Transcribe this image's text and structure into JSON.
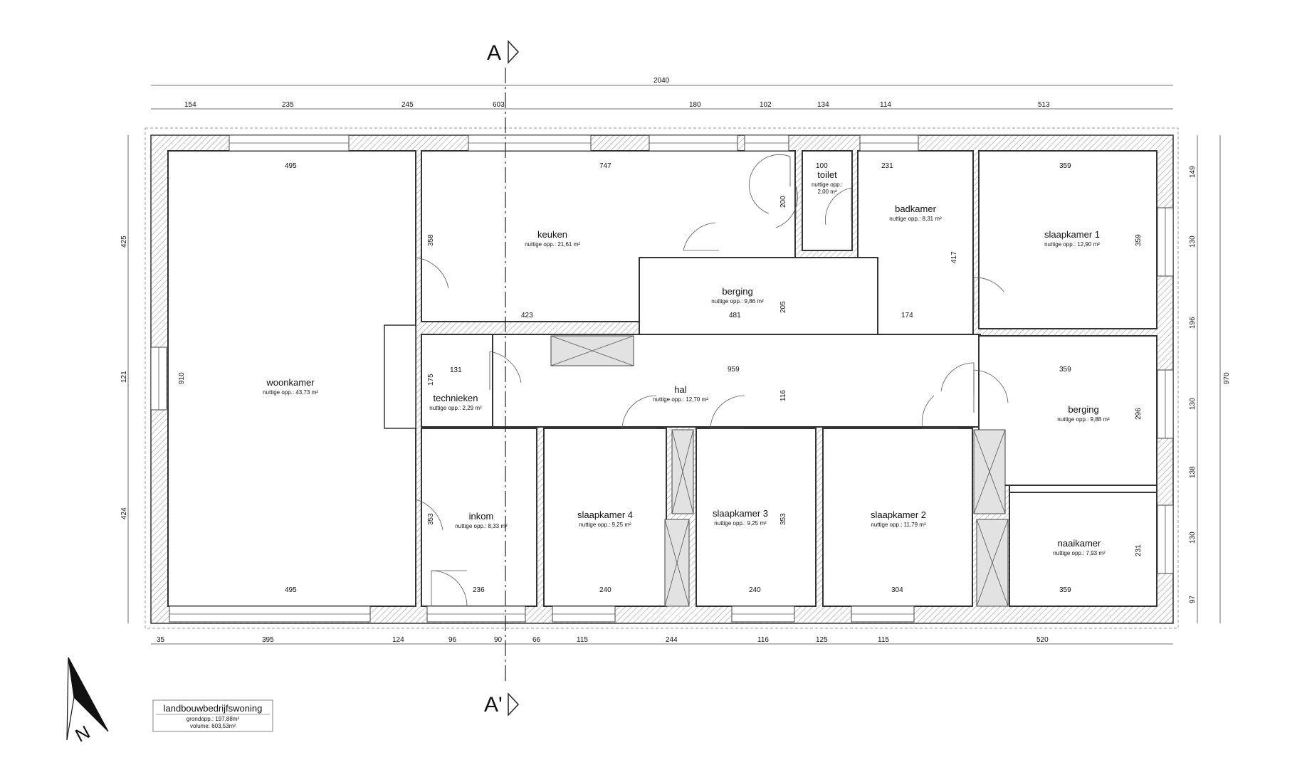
{
  "section_marks": {
    "top": "A",
    "bottom": "A'"
  },
  "overall": {
    "width": "2040",
    "height": "970"
  },
  "dims_top": [
    "154",
    "235",
    "245",
    "603",
    "180",
    "102",
    "134",
    "114",
    "513"
  ],
  "dims_bottom": [
    "35",
    "395",
    "124",
    "96",
    "90",
    "66",
    "115",
    "244",
    "116",
    "125",
    "115",
    "520"
  ],
  "dims_left": [
    "425",
    "121",
    "424"
  ],
  "dims_right": [
    "149",
    "130",
    "196",
    "130",
    "138",
    "130",
    "97"
  ],
  "dims_inner": [
    "495",
    "747",
    "100",
    "231",
    "359",
    "910",
    "358",
    "423",
    "481",
    "174",
    "205",
    "417",
    "359",
    "131",
    "175",
    "959",
    "116",
    "359",
    "296",
    "353",
    "353",
    "231",
    "495",
    "236",
    "240",
    "240",
    "304",
    "359",
    "200"
  ],
  "rooms": [
    {
      "name": "woonkamer",
      "area": "nuttige opp.: 43,73 m²"
    },
    {
      "name": "keuken",
      "area": "nuttige opp.: 21,61 m²"
    },
    {
      "name": "toilet",
      "area": "nuttige opp.:",
      "area2": "2,00 m²"
    },
    {
      "name": "badkamer",
      "area": "nuttige opp.: 8,31 m²"
    },
    {
      "name": "slaapkamer 1",
      "area": "nuttige opp.: 12,90 m²"
    },
    {
      "name": "berging",
      "area": "nuttige opp.: 9,86 m²"
    },
    {
      "name": "technieken",
      "area": "nuttige opp.: 2,29 m²"
    },
    {
      "name": "hal",
      "area": "nuttige opp.: 12,70 m²"
    },
    {
      "name": "berging",
      "area": "nuttige opp.: 9,88 m²"
    },
    {
      "name": "inkom",
      "area": "nuttige opp.: 8,33 m²"
    },
    {
      "name": "slaapkamer 4",
      "area": "nuttige opp.: 9,25 m²"
    },
    {
      "name": "slaapkamer 3",
      "area": "nuttige opp.: 9,25 m²"
    },
    {
      "name": "slaapkamer 2",
      "area": "nuttige opp.: 11,79 m²"
    },
    {
      "name": "naaikamer",
      "area": "nuttige opp.: 7,93 m²"
    }
  ],
  "legend": {
    "title": "landbouwbedrijfswoning",
    "line1": "grondopp.:  197,88m²",
    "line2": "volume: 603,53m²"
  },
  "north": {
    "label": "N"
  }
}
